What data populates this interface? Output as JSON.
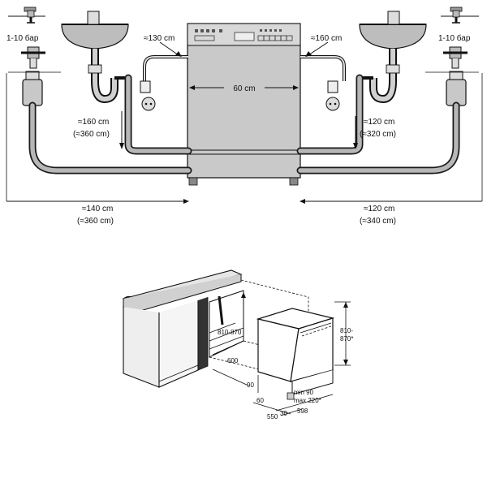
{
  "top_diagram": {
    "pressure_left": "1-10 бар",
    "pressure_right": "1-10 бар",
    "cable_left": "≈130 cm",
    "cable_right": "≈160 cm",
    "width": "60 cm",
    "drain_left": "≈160 cm",
    "drain_left_alt": "(≈360 cm)",
    "drain_right": "≈120 cm",
    "drain_right_alt": "(≈320 cm)",
    "inlet_left": "≈140 cm",
    "inlet_left_alt": "(≈360 cm)",
    "inlet_right": "≈120 cm",
    "inlet_right_alt": "(≈340 cm)"
  },
  "bottom_diagram": {
    "niche_height": "810-870",
    "niche_depth": "600",
    "plinth_height": "90",
    "plinth_min": "min 90",
    "plinth_max": "max 220*",
    "dim_60": "60",
    "dim_30": "30",
    "dim_550": "550",
    "dim_598": "598",
    "unit_height_a": "810-",
    "unit_height_b": "870*"
  }
}
